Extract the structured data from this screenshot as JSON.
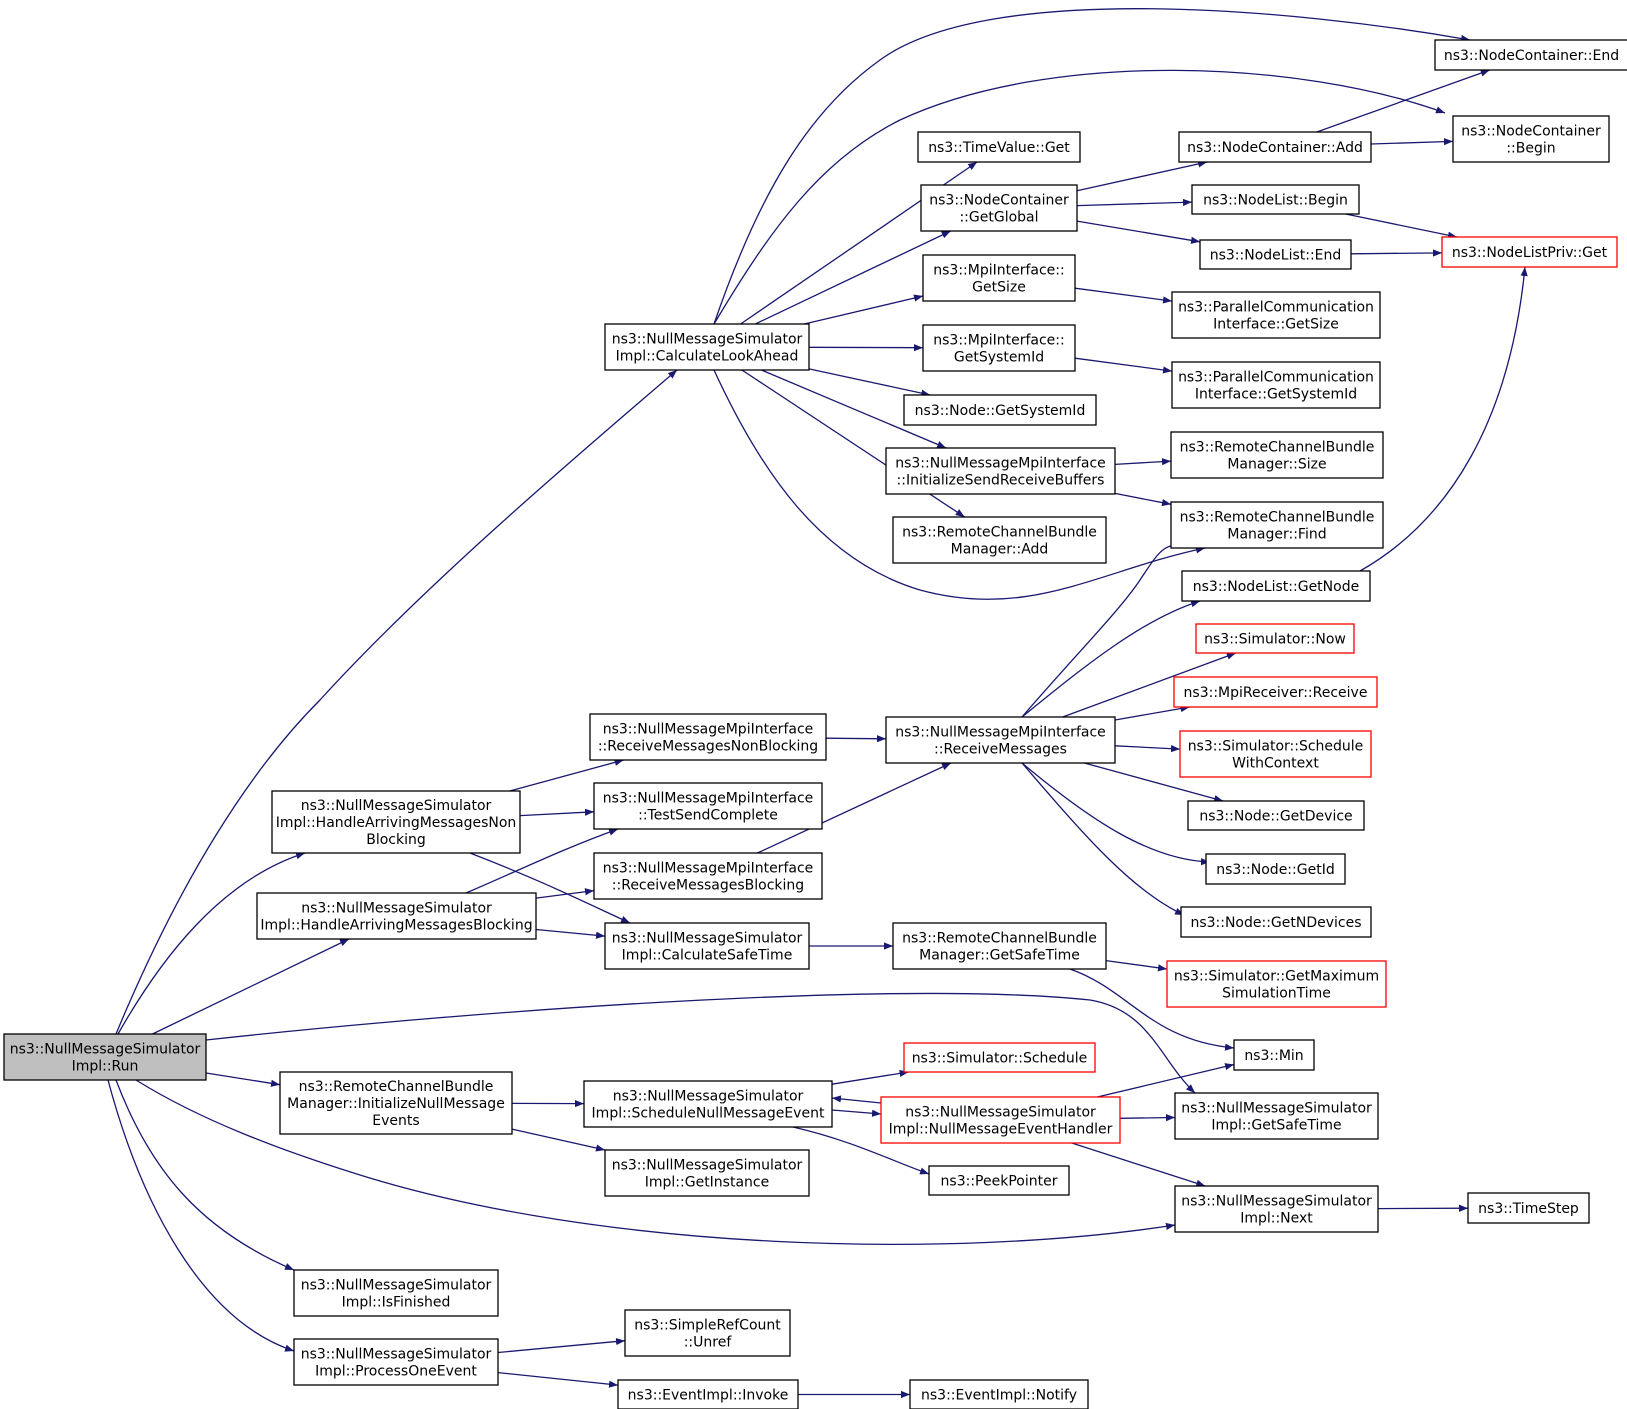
{
  "diagram": {
    "colors": {
      "edge": "#191970",
      "root_fill": "#bfbfbf",
      "border": "#000000",
      "truncated_border": "#ff0000"
    },
    "nodes": [
      {
        "id": "run",
        "lines": [
          "ns3::NullMessageSimulator",
          "Impl::Run"
        ],
        "root": true
      },
      {
        "id": "calc_lookahead",
        "lines": [
          "ns3::NullMessageSimulator",
          "Impl::CalculateLookAhead"
        ]
      },
      {
        "id": "handle_nonblocking",
        "lines": [
          "ns3::NullMessageSimulator",
          "Impl::HandleArrivingMessagesNon",
          "Blocking"
        ]
      },
      {
        "id": "handle_blocking",
        "lines": [
          "ns3::NullMessageSimulator",
          "Impl::HandleArrivingMessagesBlocking"
        ]
      },
      {
        "id": "rcbm_init_null",
        "lines": [
          "ns3::RemoteChannelBundle",
          "Manager::InitializeNullMessage",
          "Events"
        ]
      },
      {
        "id": "is_finished",
        "lines": [
          "ns3::NullMessageSimulator",
          "Impl::IsFinished"
        ]
      },
      {
        "id": "process_one_event",
        "lines": [
          "ns3::NullMessageSimulator",
          "Impl::ProcessOneEvent"
        ]
      },
      {
        "id": "timevalue_get",
        "lines": [
          "ns3::TimeValue::Get"
        ]
      },
      {
        "id": "nodecontainer_getglobal",
        "lines": [
          "ns3::NodeContainer",
          "::GetGlobal"
        ]
      },
      {
        "id": "mpi_getsize",
        "lines": [
          "ns3::MpiInterface::",
          "GetSize"
        ]
      },
      {
        "id": "mpi_getsystemid",
        "lines": [
          "ns3::MpiInterface::",
          "GetSystemId"
        ]
      },
      {
        "id": "node_getsystemid",
        "lines": [
          "ns3::Node::GetSystemId"
        ]
      },
      {
        "id": "nmmpi_init_buffers",
        "lines": [
          "ns3::NullMessageMpiInterface",
          "::InitializeSendReceiveBuffers"
        ]
      },
      {
        "id": "rcbm_add",
        "lines": [
          "ns3::RemoteChannelBundle",
          "Manager::Add"
        ]
      },
      {
        "id": "nmmpi_recv_nonblocking",
        "lines": [
          "ns3::NullMessageMpiInterface",
          "::ReceiveMessagesNonBlocking"
        ]
      },
      {
        "id": "nmmpi_test_send",
        "lines": [
          "ns3::NullMessageMpiInterface",
          "::TestSendComplete"
        ]
      },
      {
        "id": "nmmpi_recv_blocking",
        "lines": [
          "ns3::NullMessageMpiInterface",
          "::ReceiveMessagesBlocking"
        ]
      },
      {
        "id": "calc_safe_time",
        "lines": [
          "ns3::NullMessageSimulator",
          "Impl::CalculateSafeTime"
        ]
      },
      {
        "id": "schedule_null_event",
        "lines": [
          "ns3::NullMessageSimulator",
          "Impl::ScheduleNullMessageEvent"
        ]
      },
      {
        "id": "get_instance",
        "lines": [
          "ns3::NullMessageSimulator",
          "Impl::GetInstance"
        ]
      },
      {
        "id": "simplerefcount_unref",
        "lines": [
          "ns3::SimpleRefCount",
          "::Unref"
        ]
      },
      {
        "id": "eventimpl_invoke",
        "lines": [
          "ns3::EventImpl::Invoke"
        ]
      },
      {
        "id": "nmmpi_recv_messages",
        "lines": [
          "ns3::NullMessageMpiInterface",
          "::ReceiveMessages"
        ]
      },
      {
        "id": "rcbm_getsafetime",
        "lines": [
          "ns3::RemoteChannelBundle",
          "Manager::GetSafeTime"
        ]
      },
      {
        "id": "simulator_schedule",
        "lines": [
          "ns3::Simulator::Schedule"
        ],
        "truncated": true
      },
      {
        "id": "null_event_handler",
        "lines": [
          "ns3::NullMessageSimulator",
          "Impl::NullMessageEventHandler"
        ],
        "truncated": true
      },
      {
        "id": "peekpointer",
        "lines": [
          "ns3::PeekPointer"
        ]
      },
      {
        "id": "eventimpl_notify",
        "lines": [
          "ns3::EventImpl::Notify"
        ]
      },
      {
        "id": "nodecontainer_add",
        "lines": [
          "ns3::NodeContainer::Add"
        ]
      },
      {
        "id": "nodelist_begin",
        "lines": [
          "ns3::NodeList::Begin"
        ]
      },
      {
        "id": "nodelist_end",
        "lines": [
          "ns3::NodeList::End"
        ]
      },
      {
        "id": "pci_getsize",
        "lines": [
          "ns3::ParallelCommunication",
          "Interface::GetSize"
        ]
      },
      {
        "id": "pci_getsystemid",
        "lines": [
          "ns3::ParallelCommunication",
          "Interface::GetSystemId"
        ]
      },
      {
        "id": "rcbm_size",
        "lines": [
          "ns3::RemoteChannelBundle",
          "Manager::Size"
        ]
      },
      {
        "id": "rcbm_find",
        "lines": [
          "ns3::RemoteChannelBundle",
          "Manager::Find"
        ]
      },
      {
        "id": "nodelist_getnode",
        "lines": [
          "ns3::NodeList::GetNode"
        ]
      },
      {
        "id": "simulator_now",
        "lines": [
          "ns3::Simulator::Now"
        ],
        "truncated": true
      },
      {
        "id": "mpireceiver_receive",
        "lines": [
          "ns3::MpiReceiver::Receive"
        ],
        "truncated": true
      },
      {
        "id": "simulator_schedule_ctx",
        "lines": [
          "ns3::Simulator::Schedule",
          "WithContext"
        ],
        "truncated": true
      },
      {
        "id": "node_getdevice",
        "lines": [
          "ns3::Node::GetDevice"
        ]
      },
      {
        "id": "node_getid",
        "lines": [
          "ns3::Node::GetId"
        ]
      },
      {
        "id": "node_getndevices",
        "lines": [
          "ns3::Node::GetNDevices"
        ]
      },
      {
        "id": "simulator_getmax",
        "lines": [
          "ns3::Simulator::GetMaximum",
          "SimulationTime"
        ],
        "truncated": true
      },
      {
        "id": "ns3_min",
        "lines": [
          "ns3::Min"
        ]
      },
      {
        "id": "get_safe_time",
        "lines": [
          "ns3::NullMessageSimulator",
          "Impl::GetSafeTime"
        ]
      },
      {
        "id": "impl_next",
        "lines": [
          "ns3::NullMessageSimulator",
          "Impl::Next"
        ]
      },
      {
        "id": "nodecontainer_end",
        "lines": [
          "ns3::NodeContainer::End"
        ]
      },
      {
        "id": "nodecontainer_begin",
        "lines": [
          "ns3::NodeContainer",
          "::Begin"
        ]
      },
      {
        "id": "nodelistpriv_get",
        "lines": [
          "ns3::NodeListPriv::Get"
        ],
        "truncated": true
      },
      {
        "id": "timestep",
        "lines": [
          "ns3::TimeStep"
        ]
      }
    ],
    "edges": [
      [
        "run",
        "calc_lookahead"
      ],
      [
        "run",
        "handle_nonblocking"
      ],
      [
        "run",
        "handle_blocking"
      ],
      [
        "run",
        "get_safe_time"
      ],
      [
        "run",
        "rcbm_init_null"
      ],
      [
        "run",
        "impl_next"
      ],
      [
        "run",
        "is_finished"
      ],
      [
        "run",
        "process_one_event"
      ],
      [
        "calc_lookahead",
        "nodecontainer_end"
      ],
      [
        "calc_lookahead",
        "nodecontainer_begin"
      ],
      [
        "calc_lookahead",
        "timevalue_get"
      ],
      [
        "calc_lookahead",
        "nodecontainer_getglobal"
      ],
      [
        "calc_lookahead",
        "mpi_getsize"
      ],
      [
        "calc_lookahead",
        "mpi_getsystemid"
      ],
      [
        "calc_lookahead",
        "node_getsystemid"
      ],
      [
        "calc_lookahead",
        "nmmpi_init_buffers"
      ],
      [
        "calc_lookahead",
        "rcbm_add"
      ],
      [
        "calc_lookahead",
        "rcbm_find"
      ],
      [
        "nodecontainer_getglobal",
        "nodecontainer_add"
      ],
      [
        "nodecontainer_getglobal",
        "nodelist_begin"
      ],
      [
        "nodecontainer_getglobal",
        "nodelist_end"
      ],
      [
        "nodecontainer_add",
        "nodecontainer_end"
      ],
      [
        "nodecontainer_add",
        "nodecontainer_begin"
      ],
      [
        "nodelist_begin",
        "nodelistpriv_get"
      ],
      [
        "nodelist_end",
        "nodelistpriv_get"
      ],
      [
        "mpi_getsize",
        "pci_getsize"
      ],
      [
        "mpi_getsystemid",
        "pci_getsystemid"
      ],
      [
        "nmmpi_init_buffers",
        "rcbm_size"
      ],
      [
        "nmmpi_init_buffers",
        "rcbm_find"
      ],
      [
        "handle_nonblocking",
        "nmmpi_recv_nonblocking"
      ],
      [
        "handle_nonblocking",
        "nmmpi_test_send"
      ],
      [
        "handle_nonblocking",
        "calc_safe_time"
      ],
      [
        "handle_blocking",
        "nmmpi_test_send"
      ],
      [
        "handle_blocking",
        "nmmpi_recv_blocking"
      ],
      [
        "handle_blocking",
        "calc_safe_time"
      ],
      [
        "nmmpi_recv_nonblocking",
        "nmmpi_recv_messages"
      ],
      [
        "nmmpi_recv_blocking",
        "nmmpi_recv_messages"
      ],
      [
        "nmmpi_recv_messages",
        "rcbm_find"
      ],
      [
        "nmmpi_recv_messages",
        "nodelist_getnode"
      ],
      [
        "nmmpi_recv_messages",
        "simulator_now"
      ],
      [
        "nmmpi_recv_messages",
        "mpireceiver_receive"
      ],
      [
        "nmmpi_recv_messages",
        "simulator_schedule_ctx"
      ],
      [
        "nmmpi_recv_messages",
        "node_getdevice"
      ],
      [
        "nmmpi_recv_messages",
        "node_getid"
      ],
      [
        "nmmpi_recv_messages",
        "node_getndevices"
      ],
      [
        "nodelist_getnode",
        "nodelistpriv_get"
      ],
      [
        "calc_safe_time",
        "rcbm_getsafetime"
      ],
      [
        "rcbm_getsafetime",
        "simulator_getmax"
      ],
      [
        "rcbm_getsafetime",
        "ns3_min"
      ],
      [
        "rcbm_init_null",
        "schedule_null_event"
      ],
      [
        "rcbm_init_null",
        "get_instance"
      ],
      [
        "schedule_null_event",
        "simulator_schedule"
      ],
      [
        "schedule_null_event",
        "null_event_handler"
      ],
      [
        "schedule_null_event",
        "peekpointer"
      ],
      [
        "null_event_handler",
        "schedule_null_event"
      ],
      [
        "null_event_handler",
        "ns3_min"
      ],
      [
        "null_event_handler",
        "get_safe_time"
      ],
      [
        "null_event_handler",
        "impl_next"
      ],
      [
        "impl_next",
        "timestep"
      ],
      [
        "process_one_event",
        "simplerefcount_unref"
      ],
      [
        "process_one_event",
        "eventimpl_invoke"
      ],
      [
        "eventimpl_invoke",
        "eventimpl_notify"
      ]
    ]
  }
}
